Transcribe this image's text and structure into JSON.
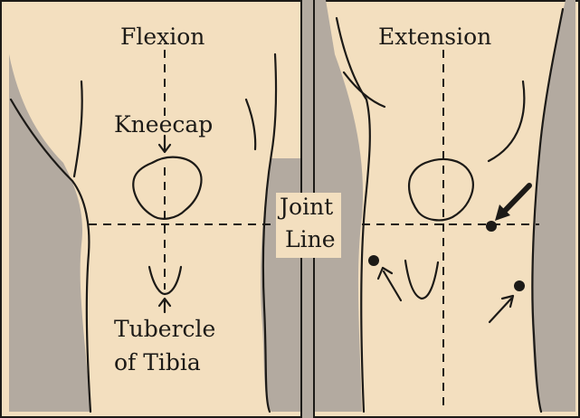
{
  "colors": {
    "paper": "#f3dfbf",
    "shade": "#b3aaa0",
    "ink": "#1c1a17"
  },
  "left_panel": {
    "title": "Flexion",
    "kneecap_label": "Kneecap",
    "tubercle_label_line1": "Tubercle",
    "tubercle_label_line2": "of Tibia"
  },
  "right_panel": {
    "title": "Extension"
  },
  "center": {
    "joint_label_line1": "Joint",
    "joint_label_line2": "Line"
  }
}
